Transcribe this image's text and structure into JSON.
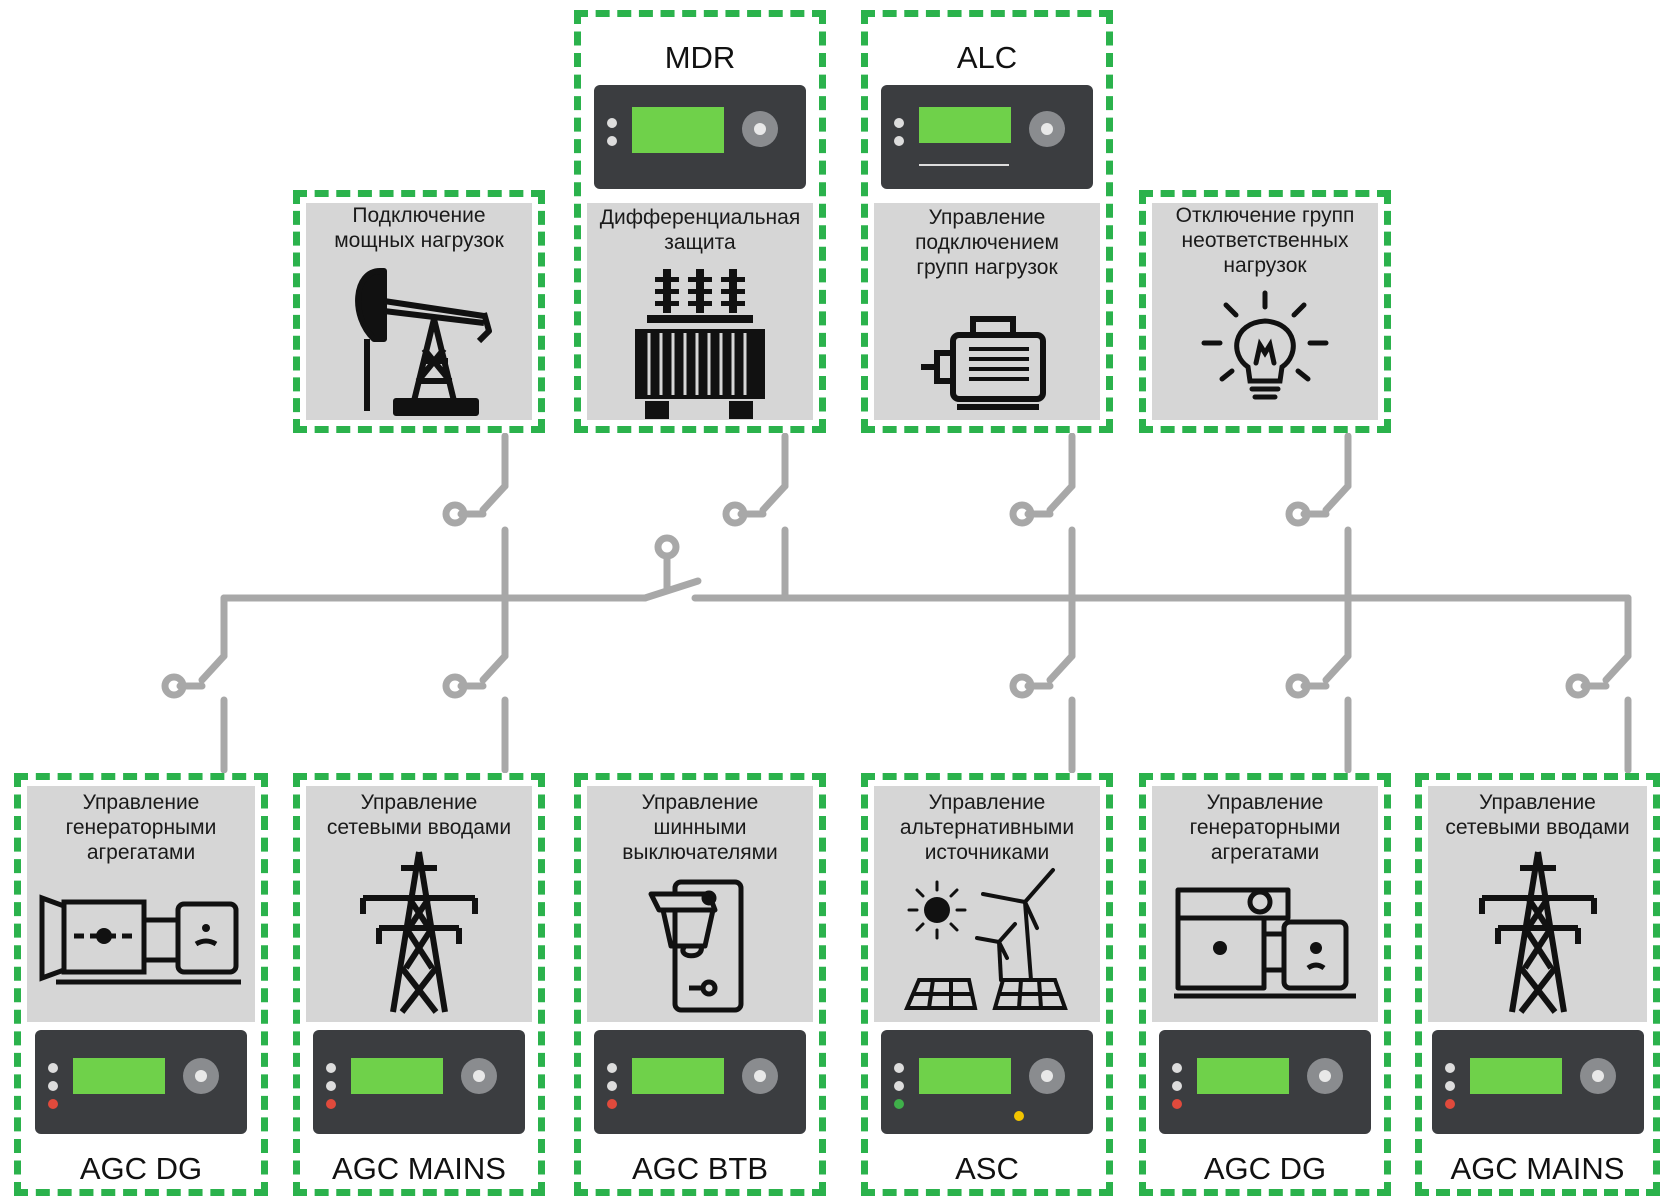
{
  "colors": {
    "border": "#2bb24c",
    "panel": "#d6d6d6",
    "bus": "#a8a8a8",
    "lcd": "#6fd14a",
    "device_body": "#3b3d40"
  },
  "top_units": [
    {
      "label": "Подключение\nмощных нагрузок",
      "icon": "oil-pump-icon"
    },
    {
      "code": "MDR",
      "label": "Дифференциальная\nзащита",
      "icon": "transformer-icon"
    },
    {
      "code": "ALC",
      "label": "Управление\nподключением\nгрупп нагрузок",
      "icon": "electric-motor-icon"
    },
    {
      "label": "Отключение групп\nнеответственных\nнагрузок",
      "icon": "light-bulb-icon"
    }
  ],
  "bottom_units": [
    {
      "label": "Управление\nгенераторными\nагрегатами",
      "icon": "diesel-generator-icon",
      "code": "AGC DG"
    },
    {
      "label": "Управление\nсетевыми вводами",
      "icon": "power-tower-icon",
      "code": "AGC MAINS"
    },
    {
      "label": "Управление\nшинными\nвыключателями",
      "icon": "knife-switch-icon",
      "code": "AGC BTB"
    },
    {
      "label": "Управление\nальтернативными\nисточниками",
      "icon": "renewables-icon",
      "code": "ASC"
    },
    {
      "label": "Управление\nгенераторными\nагрегатами",
      "icon": "generator-set-icon",
      "code": "AGC DG"
    },
    {
      "label": "Управление\nсетевыми вводами",
      "icon": "power-tower-icon",
      "code": "AGC MAINS"
    }
  ]
}
